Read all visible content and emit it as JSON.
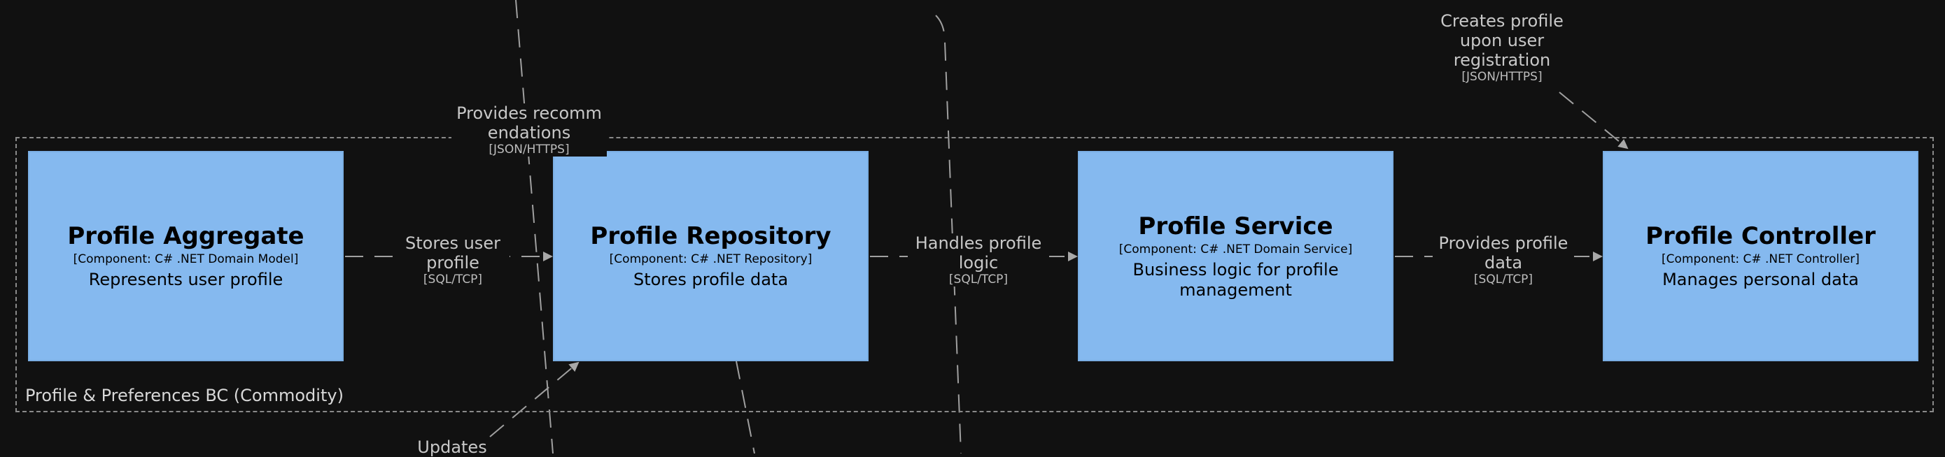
{
  "boundary": {
    "label": "Profile & Preferences BC (Commodity)"
  },
  "components": [
    {
      "name": "Profile Aggregate",
      "technology": "[Component: C# .NET Domain Model]",
      "description": "Represents user profile"
    },
    {
      "name": "Profile Repository",
      "technology": "[Component: C# .NET Repository]",
      "description": "Stores profile data"
    },
    {
      "name": "Profile Service",
      "technology": "[Component: C# .NET Domain Service]",
      "description": "Business logic for profile management"
    },
    {
      "name": "Profile Controller",
      "technology": "[Component: C# .NET Controller]",
      "description": "Manages personal data"
    }
  ],
  "relationships": [
    {
      "label": "Stores user profile",
      "technology": "[SQL/TCP]"
    },
    {
      "label": "Handles profile logic",
      "technology": "[SQL/TCP]"
    },
    {
      "label": "Provides profile data",
      "technology": "[SQL/TCP]"
    },
    {
      "label": "Provides recomm endations",
      "technology": "[JSON/HTTPS]"
    },
    {
      "label": "Creates profile upon user registration",
      "technology": "[JSON/HTTPS]"
    },
    {
      "label": "Updates",
      "technology": ""
    }
  ],
  "colors": {
    "background": "#111111",
    "component_fill": "#85b9ef",
    "line": "#a0a0a0",
    "text": "#c8c8c8"
  }
}
